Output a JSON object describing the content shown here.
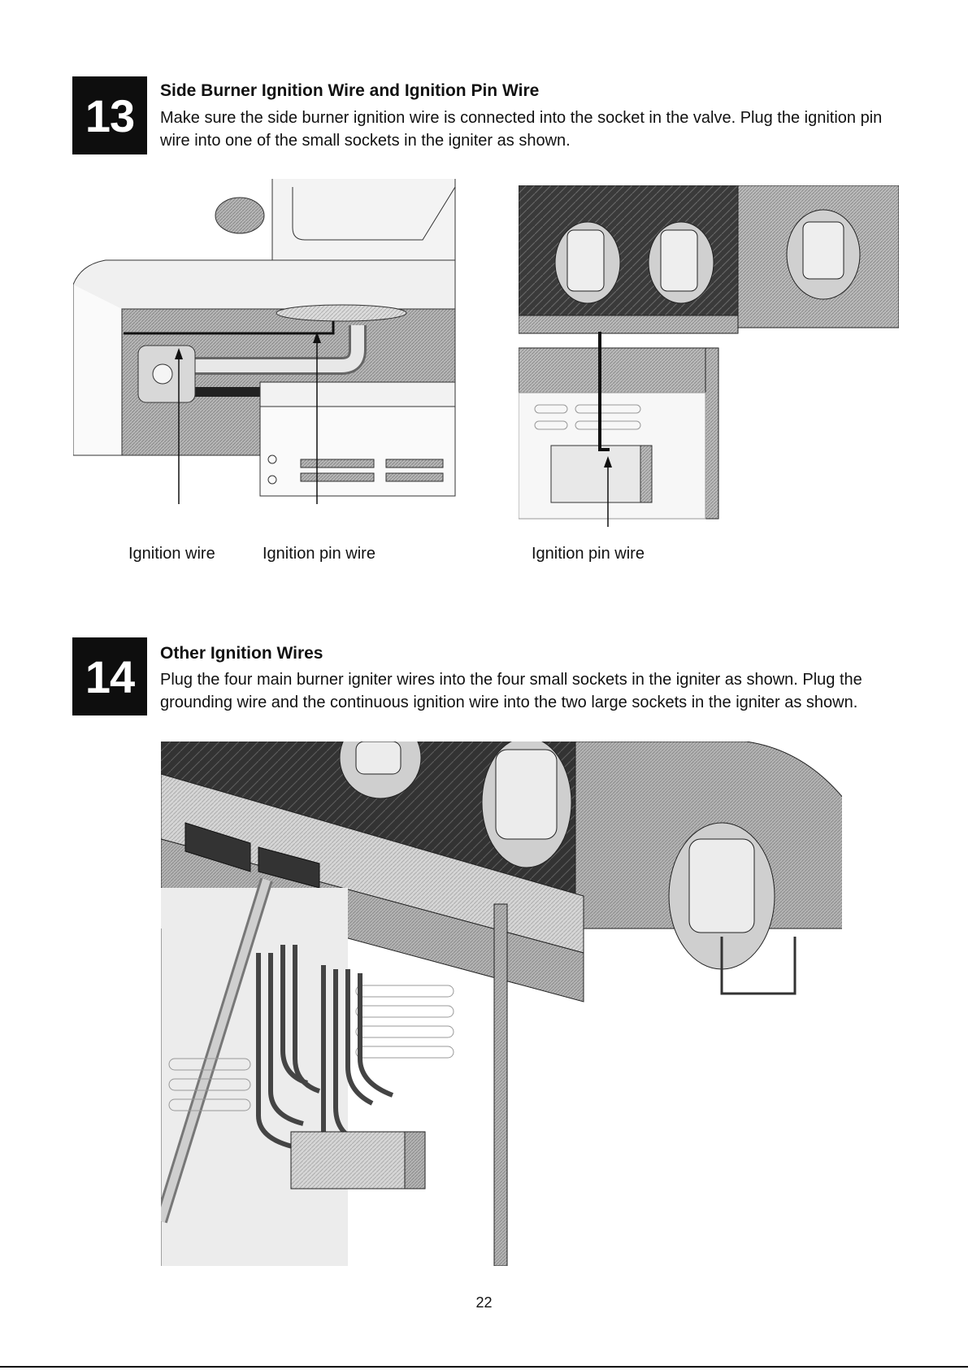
{
  "step13": {
    "number": "13",
    "title": "Side Burner Ignition Wire and Ignition Pin Wire",
    "body_line1": "Make sure the side burner ignition wire is connected into the socket in the valve. Plug the ignition pin",
    "body_line2": "wire into one of the small sockets in the igniter as shown.",
    "captions": {
      "ignition_wire": "Ignition wire",
      "ignition_pin_wire_left": "Ignition pin wire",
      "ignition_pin_wire_right": "Ignition pin wire"
    }
  },
  "step14": {
    "number": "14",
    "title": "Other Ignition Wires",
    "body_line1": "Plug the four main burner igniter wires into the four small sockets in the igniter as shown. Plug the",
    "body_line2": "grounding wire and the continuous ignition wire into the two large sockets in the igniter as shown."
  },
  "page_number": "22"
}
